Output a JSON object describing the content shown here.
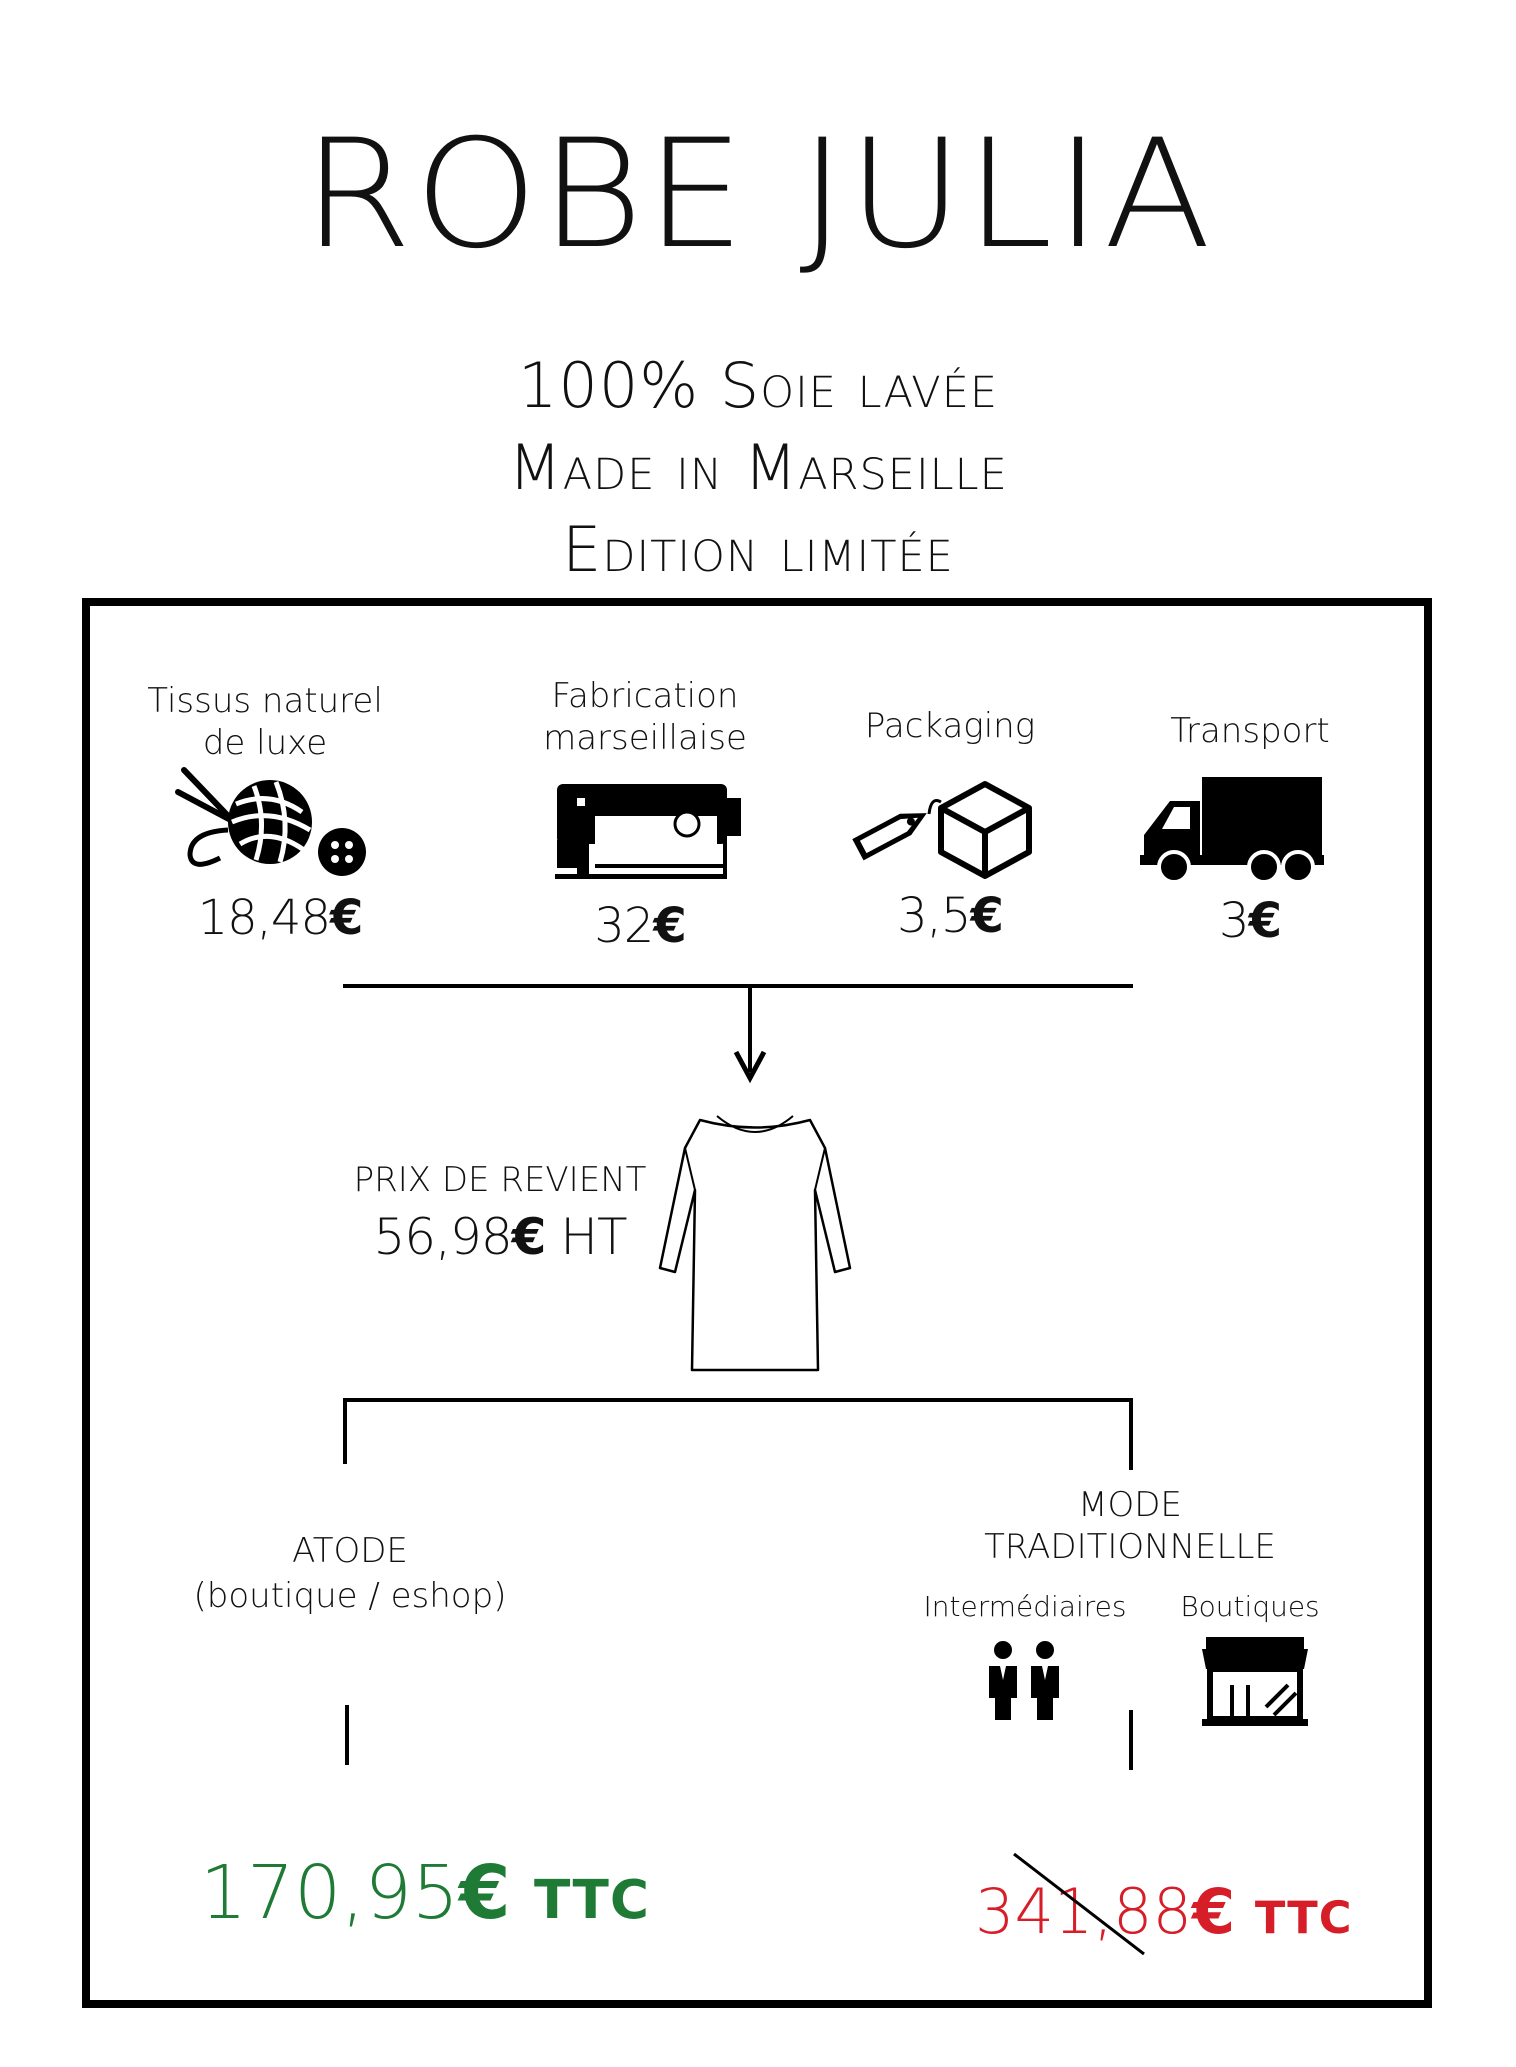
{
  "title": "ROBE JULIA",
  "subtitle_lines": [
    "100% Soie lavée",
    "Made in Marseille",
    "Edition limitée"
  ],
  "costs": [
    {
      "label_lines": [
        "Tissus naturel",
        "de luxe"
      ],
      "amount": "18,48",
      "currency": "€",
      "icon": "yarn-ball-button-icon"
    },
    {
      "label_lines": [
        "Fabrication",
        "marseillaise"
      ],
      "amount": "32",
      "currency": "€",
      "icon": "sewing-machine-icon"
    },
    {
      "label_lines": [
        "Packaging"
      ],
      "amount": "3,5",
      "currency": "€",
      "icon": "tag-and-box-icon"
    },
    {
      "label_lines": [
        "Transport"
      ],
      "amount": "3",
      "currency": "€",
      "icon": "truck-icon"
    }
  ],
  "cost_price": {
    "label": "PRIX DE REVIENT",
    "amount": "56,98",
    "currency": "€",
    "suffix": "HT",
    "icon": "dress-icon"
  },
  "atode": {
    "title": "ATODE",
    "subtitle": "(boutique / eshop)",
    "price_amount": "170,95",
    "currency": "€",
    "price_suffix": "TTC",
    "color": "#1e7a35"
  },
  "traditional": {
    "title_lines": [
      "MODE",
      "TRADITIONNELLE"
    ],
    "intermediaries_label": "Intermédiaires",
    "shops_label": "Boutiques",
    "price_amount": "341,88",
    "currency": "€",
    "price_suffix": "TTC",
    "price_struck": true,
    "color": "#d61e28"
  }
}
